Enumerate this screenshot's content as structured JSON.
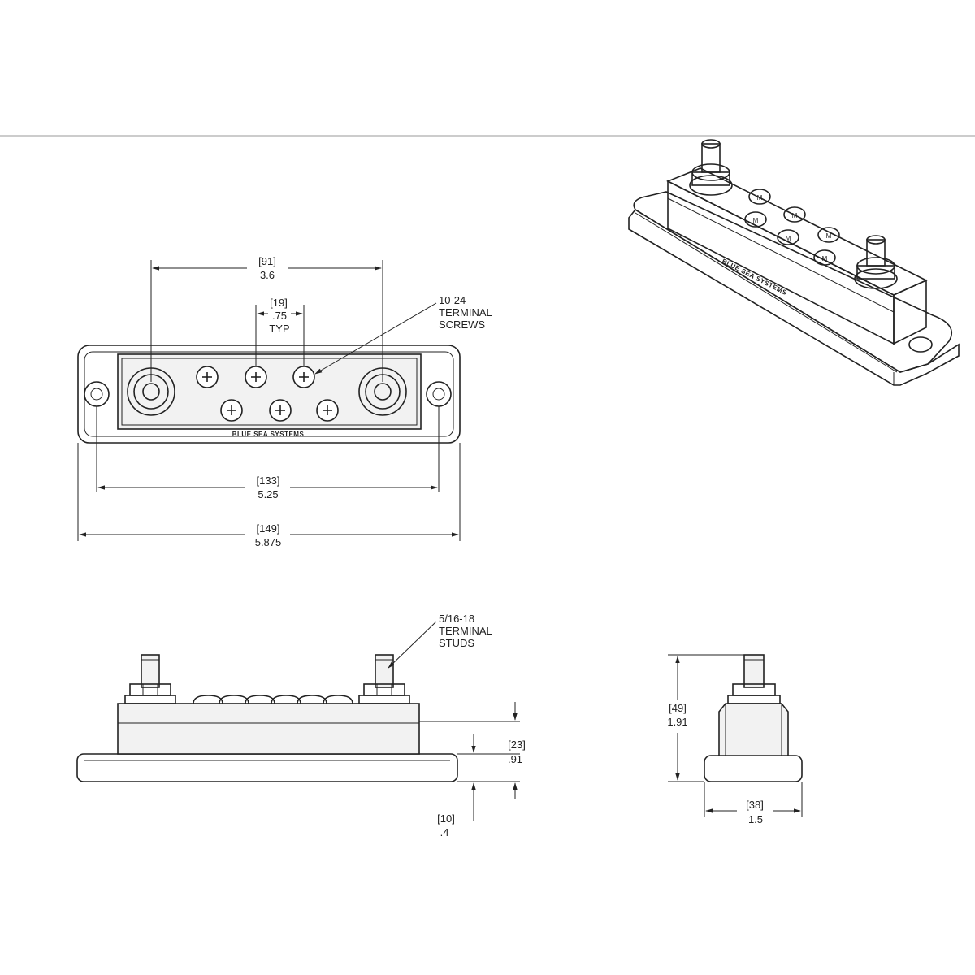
{
  "top_view": {
    "dim_terminal_spacing": {
      "mm": "91",
      "inch": "3.6"
    },
    "dim_screw_pitch": {
      "mm": "19",
      "inch": ".75",
      "note": "TYP"
    },
    "dim_mount_holes": {
      "mm": "133",
      "inch": "5.25"
    },
    "dim_overall_length": {
      "mm": "149",
      "inch": "5.875"
    },
    "screw_callout": [
      "10-24",
      "TERMINAL",
      "SCREWS"
    ],
    "brand": "BLUE SEA SYSTEMS"
  },
  "side_view": {
    "stud_callout": [
      "5/16-18",
      "TERMINAL",
      "STUDS"
    ],
    "dim_body_height": {
      "mm": "23",
      "inch": ".91"
    },
    "dim_base_height": {
      "mm": "10",
      "inch": ".4"
    }
  },
  "end_view": {
    "dim_overall_height": {
      "mm": "49",
      "inch": "1.91"
    },
    "dim_width": {
      "mm": "38",
      "inch": "1.5"
    }
  },
  "iso_view": {
    "brand": "BLUE SEA SYSTEMS"
  }
}
